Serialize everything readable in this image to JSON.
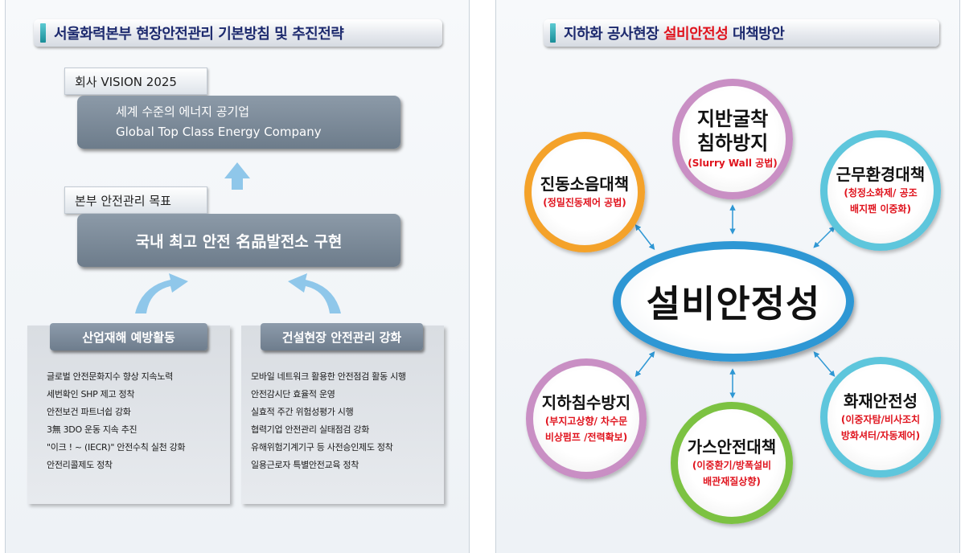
{
  "left": {
    "title": "서울화력본부 현장안전관리 기본방침 및 추진전략",
    "vision_label": "회사 VISION 2025",
    "vision_line1": "세계 수준의 에너지 공기업",
    "vision_line2": "Global Top Class Energy Company",
    "goal_label": "본부 안전관리 목표",
    "goal_text": "국내 최고 안전 名品발전소 구현",
    "activities": [
      {
        "title": "산업재해 예방활동",
        "items": [
          "글로벌 안전문화지수 향상 지속노력",
          "세번확인 SHP 제고 정착",
          "안전보건 파트너쉽 강화",
          "3無 3DO 운동 지속 추진",
          "\"이크 ! ~ (IECR)\" 안전수칙 실천 강화",
          "안전리콜제도 정착"
        ]
      },
      {
        "title": "건설현장 안전관리 강화",
        "items": [
          "모바일 네트워크 활용한 안전점검 활동 시행",
          "안전감시단 효율적 운영",
          "실효적 주간 위험성평가 시행",
          "협력기업 안전관리 실태점검 강화",
          "유해위험기계기구 등 사전승인제도 정착",
          "일용근로자 특별안전교육 정착"
        ]
      }
    ]
  },
  "right": {
    "title_prefix": "지하화 공사현장 ",
    "title_highlight": "설비안전성",
    "title_suffix": " 대책방안",
    "center": "설비안정성",
    "circles": {
      "top": {
        "main1": "지반굴착",
        "main2": "침하방지",
        "sub1": "(Slurry Wall 공법)"
      },
      "upper_left": {
        "main1": "진동소음대책",
        "sub1": "(정밀진동제어 공법)"
      },
      "upper_right": {
        "main1": "근무환경대책",
        "sub1": "(청정소화제/ 공조",
        "sub2": "배지팬 이중화)"
      },
      "lower_left": {
        "main1": "지하침수방지",
        "sub1": "(부지고상향/ 차수문",
        "sub2": "비상펌프 /전력확보)"
      },
      "bottom": {
        "main1": "가스안전대책",
        "sub1": "(이중환기/방폭설비",
        "sub2": "배관재질상향)"
      },
      "lower_right": {
        "main1": "화재안전성",
        "sub1": "(이중자탐/비사조치",
        "sub2": "방화셔터/자동제어)"
      }
    },
    "colors": {
      "pink": "#c98fc4",
      "orange": "#f4a22a",
      "cyan": "#5ec6dc",
      "green": "#7cc242",
      "center_blue": "#2e97d4",
      "red_text": "#e0141e"
    }
  }
}
